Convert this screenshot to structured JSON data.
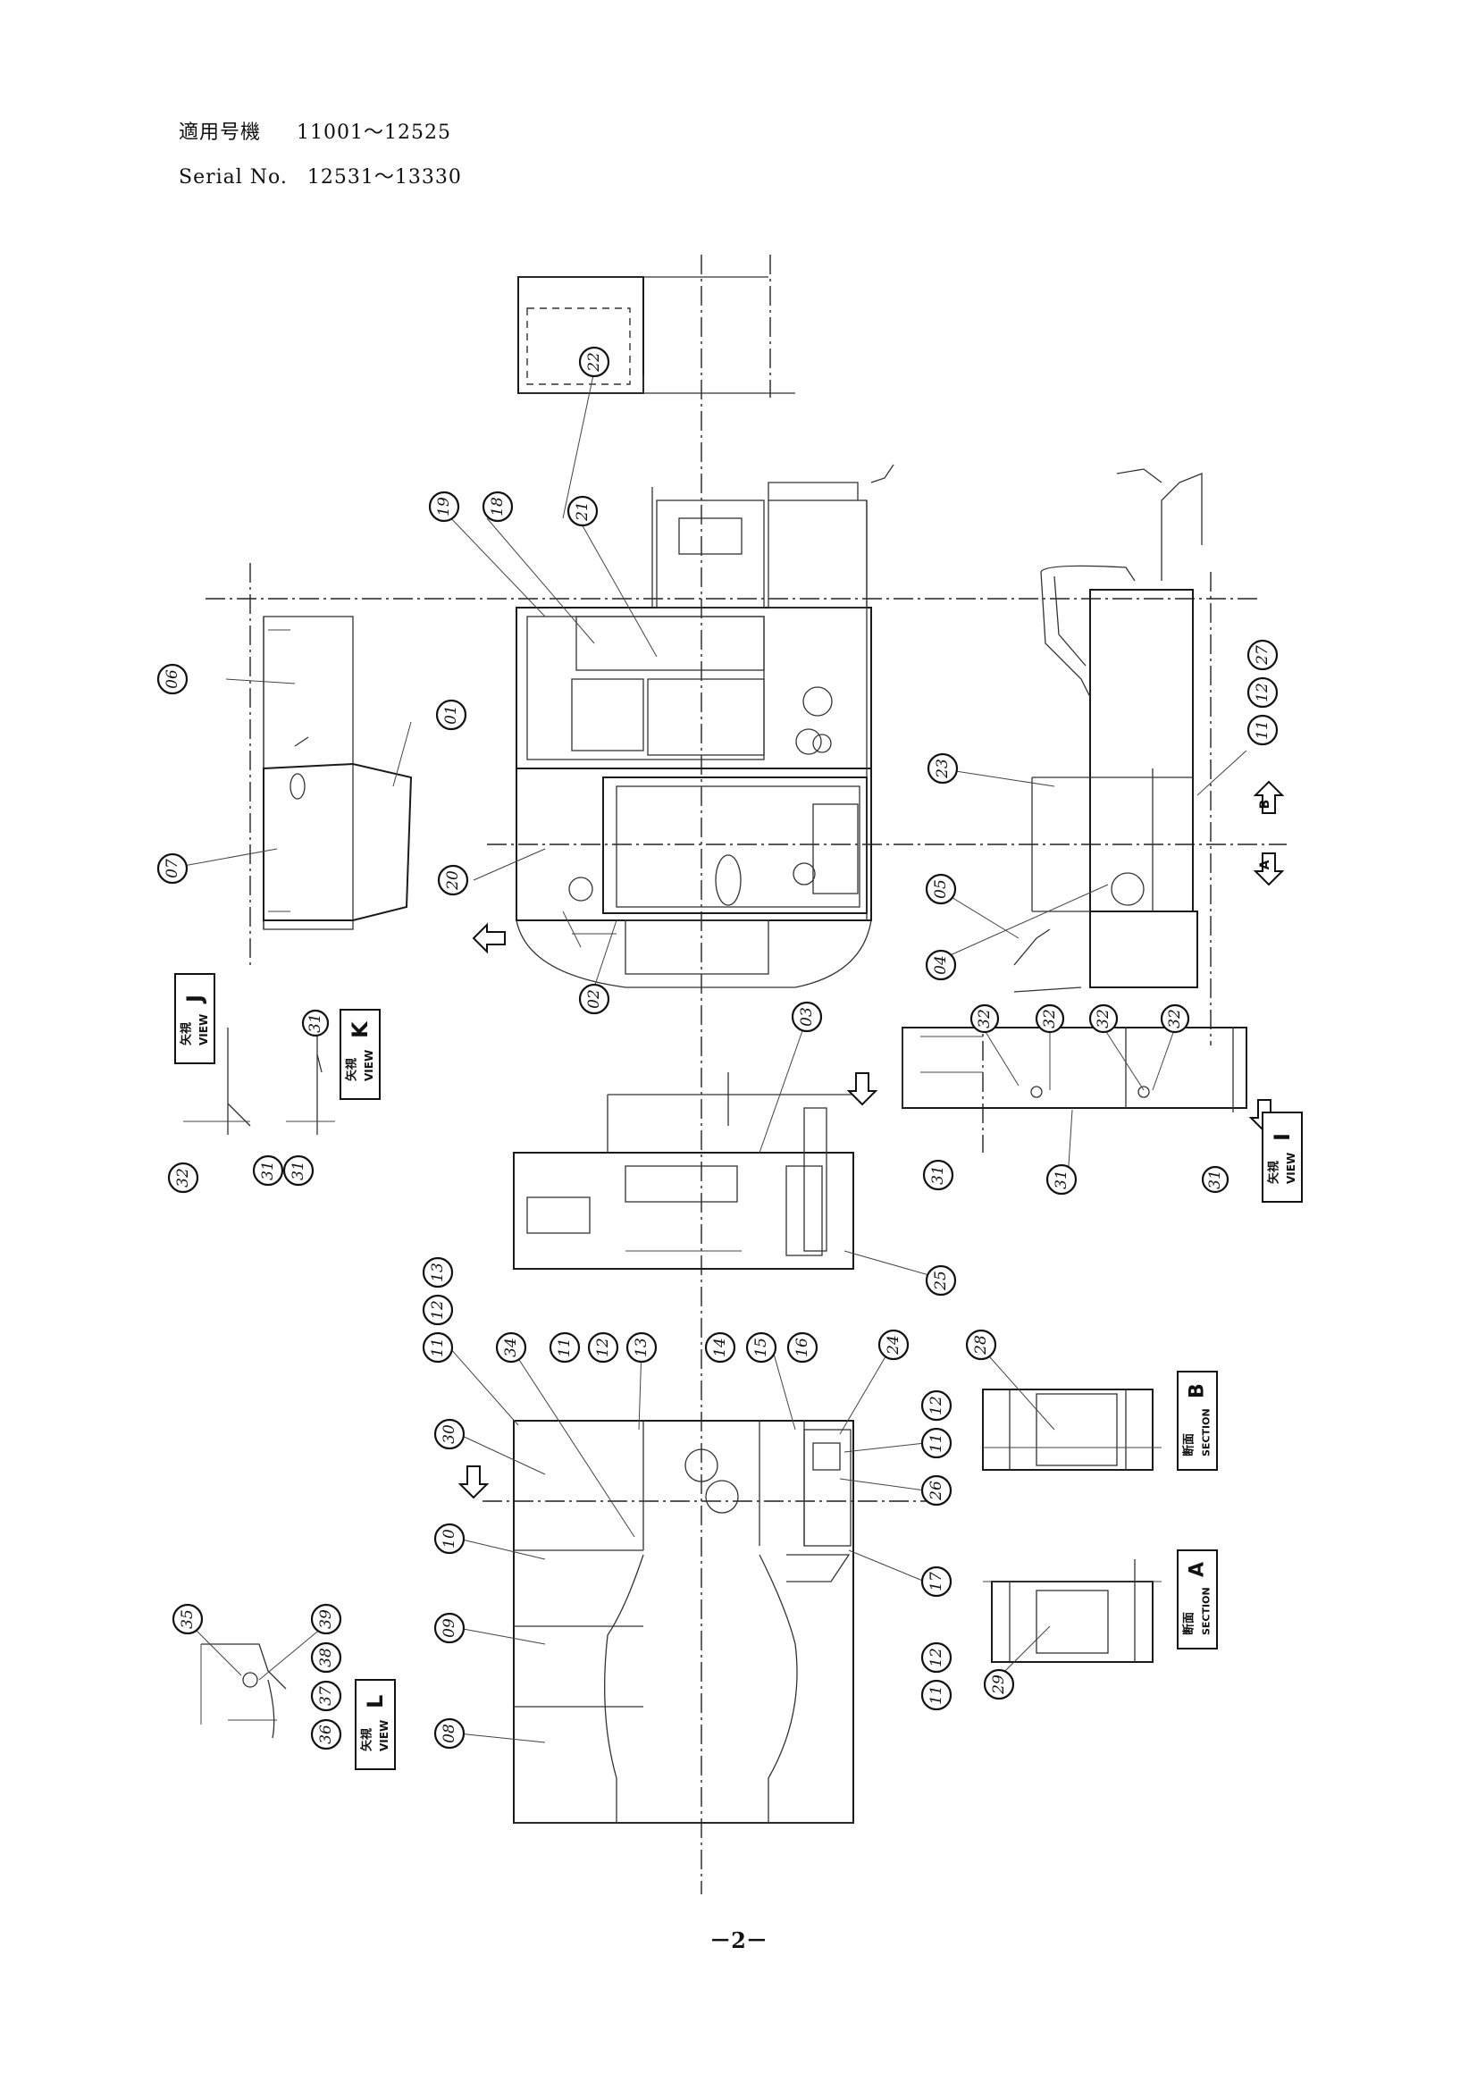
{
  "header": {
    "applicable_label": "適用号機",
    "applicable_value": "11001〜12525",
    "serial_label": "Serial No.",
    "serial_value": "12531〜13330"
  },
  "page_number": "－2－",
  "callouts": {
    "c22": "22",
    "c19": "19",
    "c18": "18",
    "c21": "21",
    "c06": "06",
    "c01": "01",
    "c07": "07",
    "c20": "20",
    "c02": "02",
    "c23": "23",
    "c11a": "11",
    "c12a": "12",
    "c27": "27",
    "c05": "05",
    "c04": "04",
    "c03": "03",
    "c25": "25",
    "c32a": "32",
    "c31a": "31",
    "c31b": "31",
    "c32b": "32",
    "c32c": "32",
    "c32d": "32",
    "c32e": "32",
    "c31c": "31",
    "c31d": "31",
    "c31e": "31",
    "c31f": "31",
    "c11b": "11",
    "c12b": "12",
    "c13a": "13",
    "c34": "34",
    "c11c": "11",
    "c12c": "12",
    "c13b": "13",
    "c14": "14",
    "c15": "15",
    "c16": "16",
    "c24": "24",
    "c28": "28",
    "c30": "30",
    "c10": "10",
    "c09": "09",
    "c08": "08",
    "c11d": "11",
    "c12d": "12",
    "c26": "26",
    "c17": "17",
    "c11e": "11",
    "c12e": "12",
    "c29": "29",
    "c35": "35",
    "c39": "39",
    "c38": "38",
    "c37": "37",
    "c36": "36"
  },
  "view_labels": {
    "view_j_jp": "矢視",
    "view_j_en": "VIEW",
    "view_j_letter": "J",
    "view_k_jp": "矢視",
    "view_k_en": "VIEW",
    "view_k_letter": "K",
    "view_i_jp": "矢視",
    "view_i_en": "VIEW",
    "view_i_letter": "I",
    "view_l_jp": "矢視",
    "view_l_en": "VIEW",
    "view_l_letter": "L",
    "section_b_jp": "断面",
    "section_b_en": "SECTION",
    "section_b_letter": "B",
    "section_a_jp": "断面",
    "section_a_en": "SECTION",
    "section_a_letter": "A",
    "marker_a": "A",
    "marker_b": "B"
  }
}
